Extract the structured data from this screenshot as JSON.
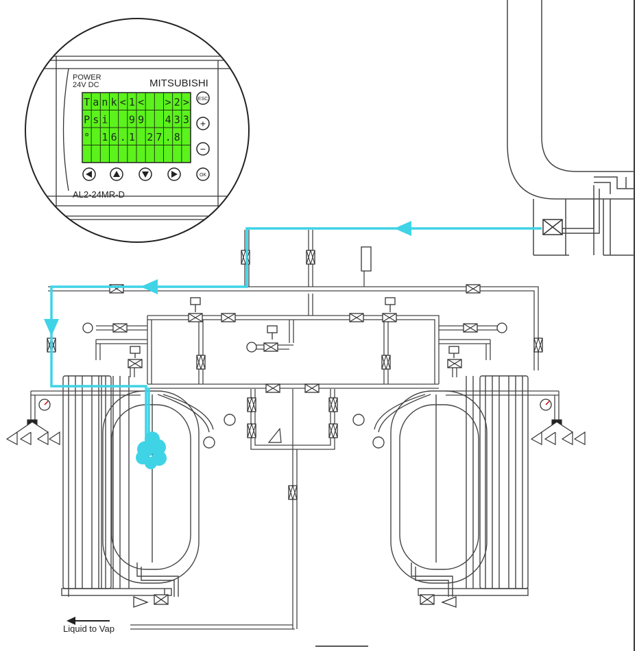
{
  "plc": {
    "power_label": "POWER",
    "voltage_label": "24V DC",
    "brand": "MITSUBISHI",
    "model": "AL2-24MR-D",
    "lcd_color": "#5cf21c",
    "lcd_cells": [
      [
        "T",
        "a",
        "n",
        "k",
        "<",
        "1",
        "<",
        "",
        "",
        ">",
        "2",
        ">"
      ],
      [
        "P",
        "s",
        "i",
        "",
        "",
        "9",
        "9",
        "",
        "",
        "4",
        "3",
        "3"
      ],
      [
        "°",
        "",
        "1",
        "6",
        ".",
        "1",
        "",
        "2",
        "7",
        ".",
        "8",
        ""
      ],
      [
        "",
        "",
        "",
        "",
        "",
        "",
        "",
        "",
        "",
        "",
        "",
        ""
      ]
    ],
    "side_buttons": [
      "ESC",
      "+",
      "−",
      "OK"
    ],
    "arrow_buttons": [
      "left",
      "up",
      "down",
      "right"
    ]
  },
  "diagram": {
    "liquid_label": "Liquid to Vap",
    "flow_color": "#3fd3e6",
    "line_color": "#333333"
  }
}
